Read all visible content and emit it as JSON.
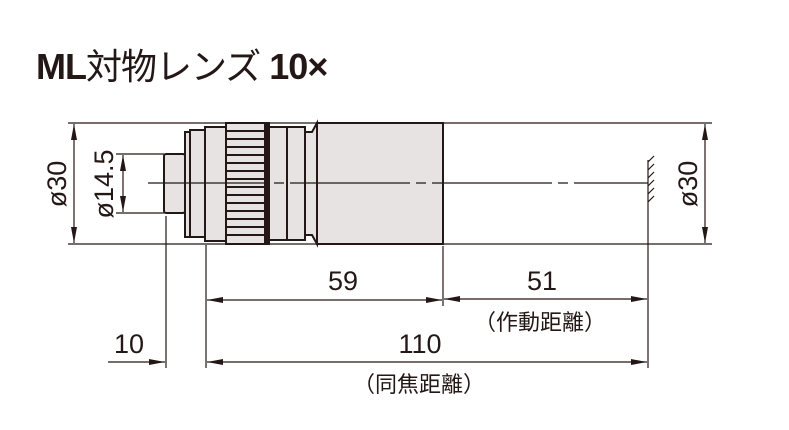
{
  "title": {
    "model": "ML",
    "name": "対物レンズ",
    "magnification": "10×"
  },
  "dimensions": {
    "outer_diameter_left": "ø30",
    "thread_diameter": "ø14.5",
    "outer_diameter_right": "ø30",
    "body_length": "59",
    "working_distance": "51",
    "working_distance_label": "（作動距離）",
    "offset": "10",
    "parfocal_distance": "110",
    "parfocal_distance_label": "（同焦距離）"
  }
}
